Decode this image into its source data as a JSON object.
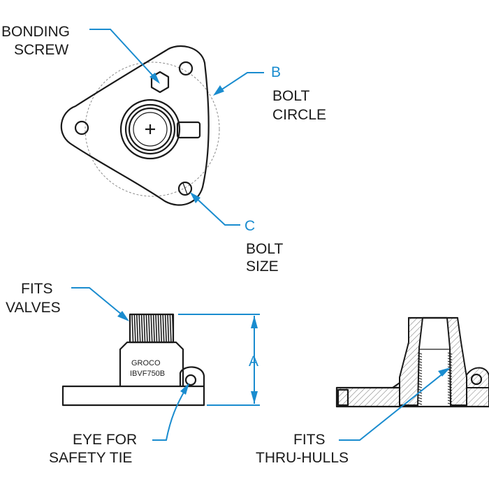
{
  "labels": {
    "bonding_line1": "BONDING",
    "bonding_line2": "SCREW",
    "b_letter": "B",
    "bolt_circle_line1": "BOLT",
    "bolt_circle_line2": "CIRCLE",
    "c_letter": "C",
    "bolt_size_line1": "BOLT",
    "bolt_size_line2": "SIZE",
    "fits_valves_line1": "FITS",
    "fits_valves_line2": "VALVES",
    "a_letter": "A",
    "eye_line1": "EYE FOR",
    "eye_line2": "SAFETY TIE",
    "thru_line1": "FITS",
    "thru_line2": "THRU-HULLS"
  },
  "product_marking": {
    "brand": "GROCO",
    "model": "IBVF750B"
  },
  "colors": {
    "callout": "#1a8ccf",
    "outline": "#1a1a1a",
    "bolt_circle": "#8a8a8a"
  }
}
